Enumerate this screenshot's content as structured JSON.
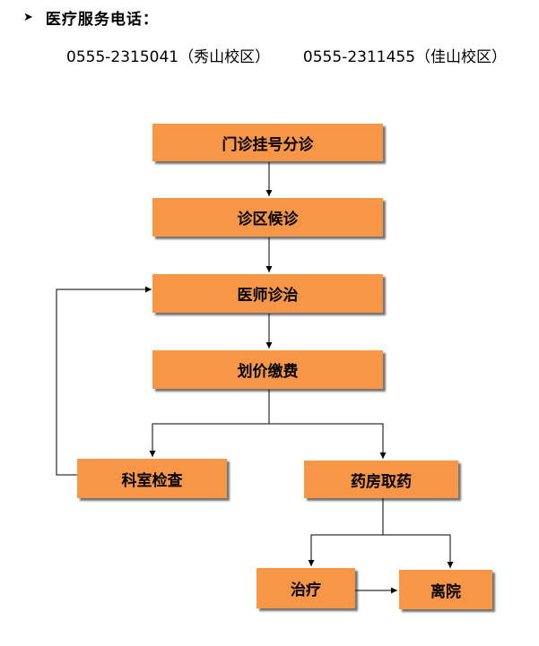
{
  "header": {
    "bullet_icon": "arrowhead-bullet-icon",
    "title": "医疗服务电话：",
    "phone_xiushan": "0555-2315041（秀山校区）",
    "phone_jiashan": "0555-2311455（佳山校区）"
  },
  "flow": {
    "box_color": "#f79646",
    "registration": "门诊挂号分诊",
    "waiting": "诊区候诊",
    "diagnosis": "医师诊治",
    "billing": "划价缴费",
    "department_exam": "科室检查",
    "pharmacy": "药房取药",
    "treatment": "治疗",
    "discharge": "离院"
  }
}
